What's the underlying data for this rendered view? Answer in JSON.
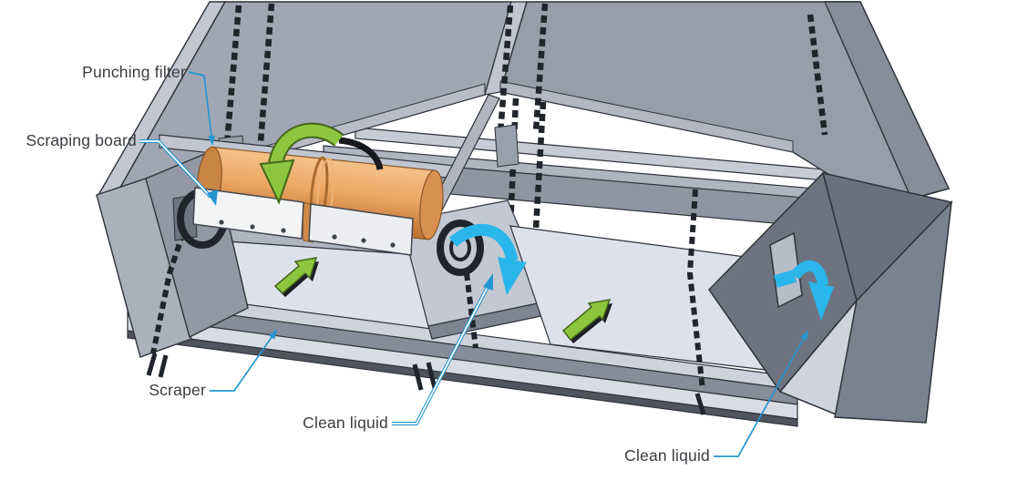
{
  "figure": {
    "type": "technical-illustration",
    "subject": "Scraper filter machine cutaway diagram",
    "background_color": "#ffffff",
    "labels": [
      {
        "id": "punching-filter",
        "text": "Punching filter"
      },
      {
        "id": "scraping-board",
        "text": "Scraping board"
      },
      {
        "id": "scraper",
        "text": "Scraper"
      },
      {
        "id": "clean-liquid-left",
        "text": "Clean liquid"
      },
      {
        "id": "clean-liquid-outlet",
        "text": "Clean liquid"
      }
    ],
    "annotations": {
      "leader_line_color": "#2596d1",
      "label_text_color": "#3b3c42"
    },
    "arrows": [
      {
        "id": "roller-rotation-arrow",
        "shape": "curved",
        "color": "#8cc63f"
      },
      {
        "id": "motion-arrow-left-deck",
        "shape": "straight",
        "color": "#8cc63f"
      },
      {
        "id": "motion-arrow-right-deck",
        "shape": "straight",
        "color": "#8cc63f"
      },
      {
        "id": "flow-arrow-middle",
        "shape": "curved",
        "color": "#29b6ea"
      },
      {
        "id": "flow-arrow-outlet",
        "shape": "curved",
        "color": "#29b6ea"
      }
    ],
    "colors": {
      "machine_gray": "#9ba1af",
      "deck_light": "#dde1e9",
      "roller_orange": "#e09a55",
      "board_white": "#f3f4f6",
      "chain_dark": "#20242b",
      "flow_arrow_blue": "#29b6ea",
      "motion_arrow_green": "#8cc63f"
    }
  }
}
